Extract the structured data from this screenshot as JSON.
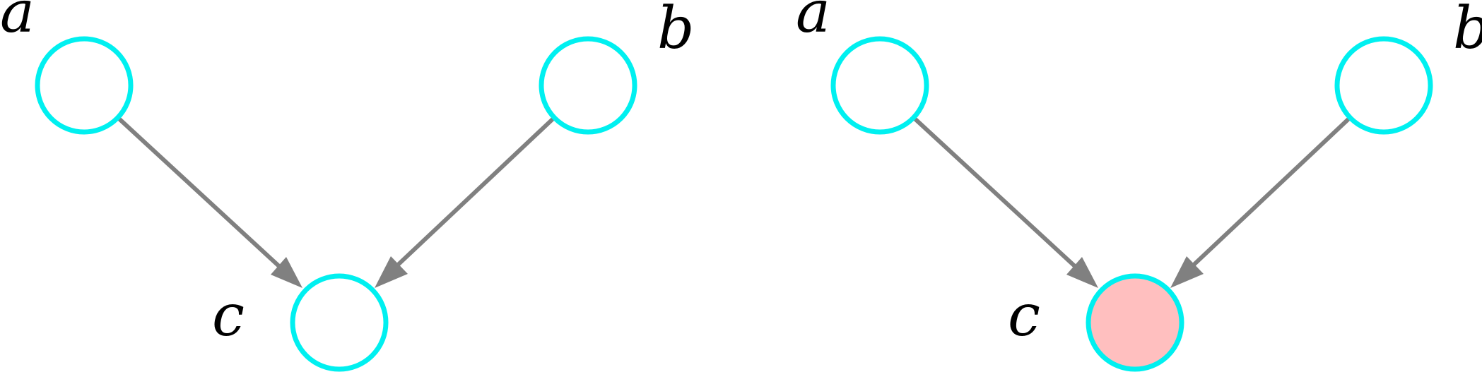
{
  "colors": {
    "node_stroke": "#00f0f0",
    "node_fill": "#ffffff",
    "observed_fill": "#ffbfbf",
    "edge": "#808080",
    "label": "#000000"
  },
  "graphs": [
    {
      "nodes": [
        {
          "id": "a",
          "label": "a",
          "observed": false
        },
        {
          "id": "b",
          "label": "b",
          "observed": false
        },
        {
          "id": "c",
          "label": "c",
          "observed": false
        }
      ],
      "edges": [
        {
          "from": "a",
          "to": "c"
        },
        {
          "from": "b",
          "to": "c"
        }
      ]
    },
    {
      "nodes": [
        {
          "id": "a",
          "label": "a",
          "observed": false
        },
        {
          "id": "b",
          "label": "b",
          "observed": false
        },
        {
          "id": "c",
          "label": "c",
          "observed": true
        }
      ],
      "edges": [
        {
          "from": "a",
          "to": "c"
        },
        {
          "from": "b",
          "to": "c"
        }
      ]
    }
  ]
}
